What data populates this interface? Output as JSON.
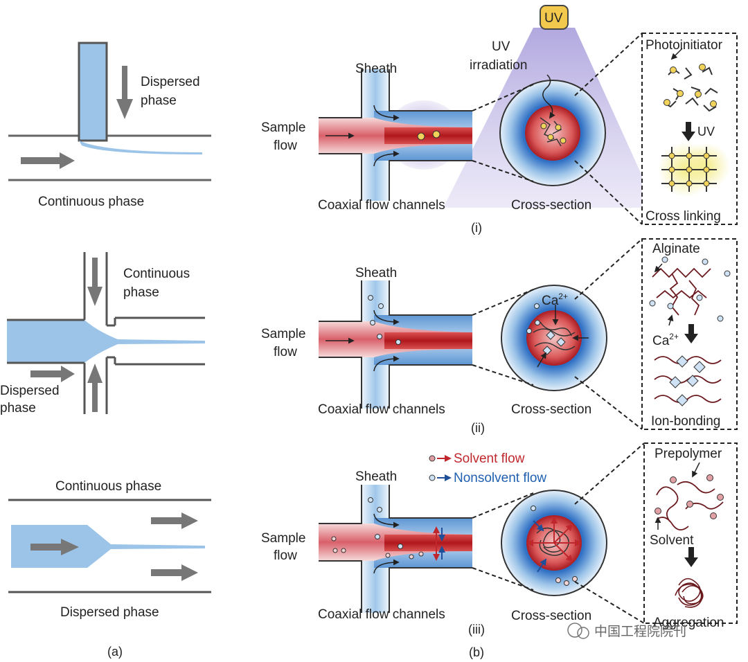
{
  "panel_a": {
    "t_junction": {
      "dispersed_phase": [
        "Dispersed",
        "phase"
      ],
      "continuous_phase": "Continuous phase"
    },
    "flow_focusing": {
      "continuous_phase": [
        "Continuous",
        "phase"
      ],
      "dispersed_phase": [
        "Dispersed",
        "phase"
      ]
    },
    "co_flow": {
      "continuous_phase": "Continuous phase",
      "dispersed_phase": "Dispersed phase"
    },
    "label": "(a)"
  },
  "panel_b": {
    "common": {
      "sheath": "Sheath",
      "sample_flow": [
        "Sample",
        "flow"
      ],
      "coaxial": "Coaxial flow channels",
      "cross_section": "Cross-section"
    },
    "row_i": {
      "uv_lamp": "UV",
      "uv_irradiation": [
        "UV",
        "irradiation"
      ],
      "photoinitiator": "Photoinitiator",
      "uv_arrow": "UV",
      "cross_linking": "Cross linking",
      "label": "(i)"
    },
    "row_ii": {
      "ca_main": "Ca",
      "ca_sup": "2+",
      "alginate": "Alginate",
      "ca_legend": "Ca",
      "ca_legend_sup": "2+",
      "ion_bonding": "Ion-bonding",
      "label": "(ii)"
    },
    "row_iii": {
      "legend_solvent": "Solvent flow",
      "legend_nonsolvent": "Nonsolvent flow",
      "prepolymer": "Prepolymer",
      "solvent": "Solvent",
      "aggregation": "Aggregation",
      "label": "(iii)"
    },
    "label": "(b)"
  },
  "watermark": "中国工程院院刊",
  "colors": {
    "blue_fluid": "#9cc4e8",
    "red_core": "#c0272d",
    "arrow_gray": "#777777",
    "yellow": "#e8d84a"
  }
}
